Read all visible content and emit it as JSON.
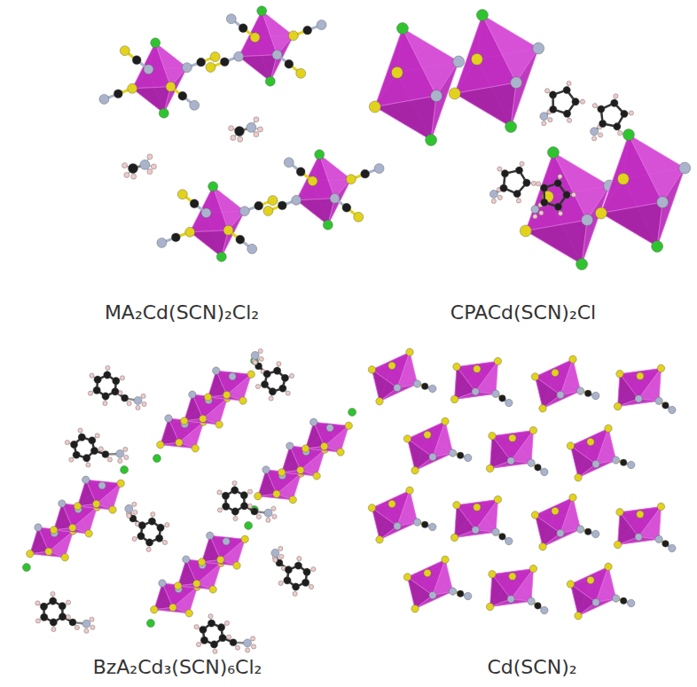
{
  "diagram": {
    "labels": [
      "MA₂Cd(SCN)₂Cl₂",
      "CPACd(SCN)₂Cl",
      "BzA₂Cd₃(SCN)₆Cl₂",
      "Cd(SCN)₂"
    ]
  }
}
